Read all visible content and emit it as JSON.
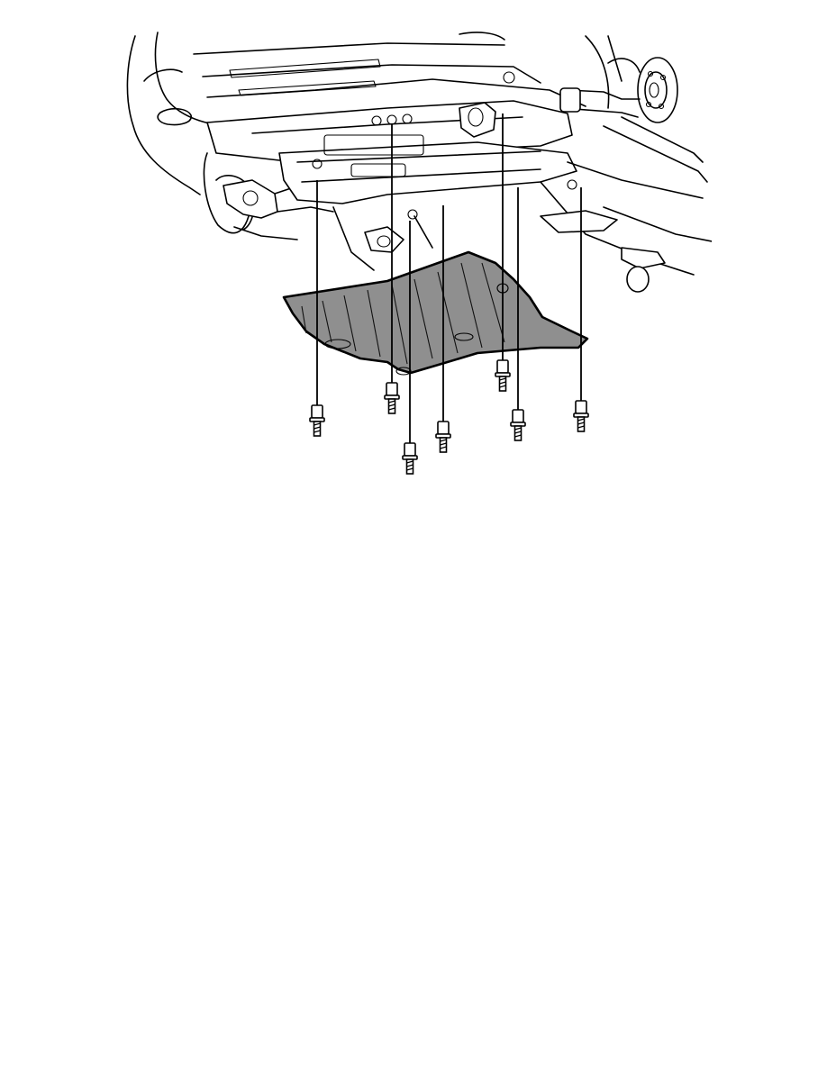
{
  "figure": {
    "parts": [
      "vehicle-underbody",
      "front-subframe",
      "engine-splash-shield",
      "mounting-bolts"
    ],
    "bolt_count": 7,
    "shield_color": "#8f8f8f",
    "line_color": "#000000",
    "background": "#ffffff"
  }
}
